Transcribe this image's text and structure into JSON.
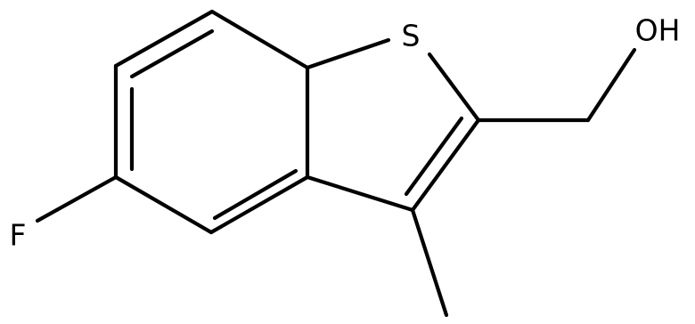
{
  "molecule": {
    "atoms": {
      "sulfur": "S",
      "fluorine": "F",
      "hydroxyl": "OH"
    },
    "colors": {
      "bond": "#000000",
      "label": "#000000",
      "background": "#ffffff"
    }
  }
}
